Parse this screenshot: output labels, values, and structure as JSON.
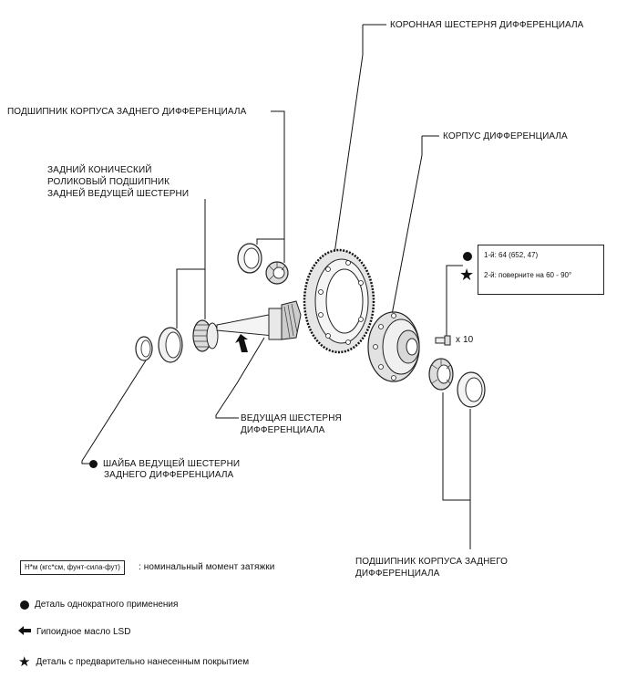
{
  "labels": {
    "ring_gear": "КОРОННАЯ ШЕСТЕРНЯ ДИФФЕРЕНЦИАЛА",
    "bearing_top": "ПОДШИПНИК КОРПУСА ЗАДНЕГО ДИФФЕРЕНЦИАЛА",
    "diff_case": "КОРПУС ДИФФЕРЕНЦИАЛА",
    "rear_bearing": [
      "ЗАДНИЙ КОНИЧЕСКИЙ",
      "РОЛИКОВЫЙ ПОДШИПНИК",
      "ЗАДНЕЙ ВЕДУЩЕЙ ШЕСТЕРНИ"
    ],
    "drive_pinion": [
      "ВЕДУЩАЯ ШЕСТЕРНЯ",
      "ДИФФЕРЕНЦИАЛА"
    ],
    "washer": [
      "ШАЙБА ВЕДУЩЕЙ ШЕСТЕРНИ",
      "ЗАДНЕГО ДИФФЕРЕНЦИАЛА"
    ],
    "bearing_bottom": [
      "ПОДШИПНИК КОРПУСА ЗАДНЕГО",
      "ДИФФЕРЕНЦИАЛА"
    ],
    "bolt_qty": "x 10"
  },
  "spec": {
    "first": "1-й: 64 (652, 47)",
    "second": "2-й: поверните на 60 - 90°"
  },
  "legend": {
    "torque_box": "Н*м (кгс*см, фунт-сила-фут)",
    "torque_text": ": номинальный момент затяжки",
    "non_reusable": "Деталь однократного применения",
    "lsd_oil": "Гипоидное масло LSD",
    "precoated": "Деталь с предварительно нанесенным покрытием"
  },
  "icons": {
    "non_reusable": "filled-circle-icon",
    "lsd_oil": "arrow-left-icon",
    "precoated": "star-icon"
  }
}
